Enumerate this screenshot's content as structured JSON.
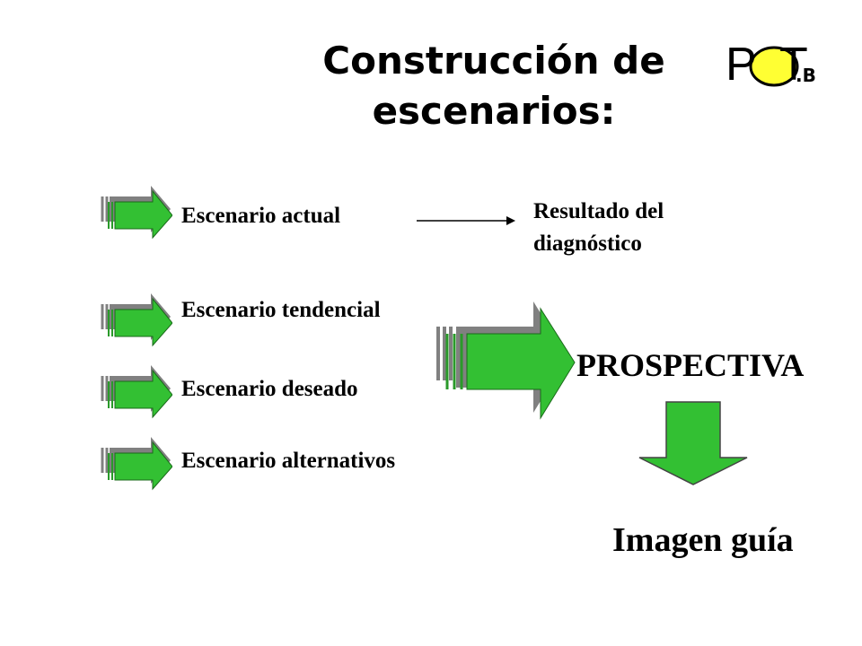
{
  "title": {
    "line1": "Construcción de",
    "line2": "escenarios:"
  },
  "logo": {
    "letter_p": "P",
    "letter_t": "T",
    "suffix": ".B"
  },
  "scenarios": [
    {
      "label": "Escenario actual"
    },
    {
      "label": "Escenario tendencial"
    },
    {
      "label": "Escenario deseado"
    },
    {
      "label": "Escenario alternativos"
    }
  ],
  "result": {
    "line1": "Resultado del",
    "line2": "diagnóstico"
  },
  "prospectiva": "PROSPECTIVA",
  "imagen_guia": "Imagen guía",
  "colors": {
    "arrow_fill": "#33c033",
    "arrow_shadow": "#808080",
    "logo_yellow": "#ffff33"
  }
}
